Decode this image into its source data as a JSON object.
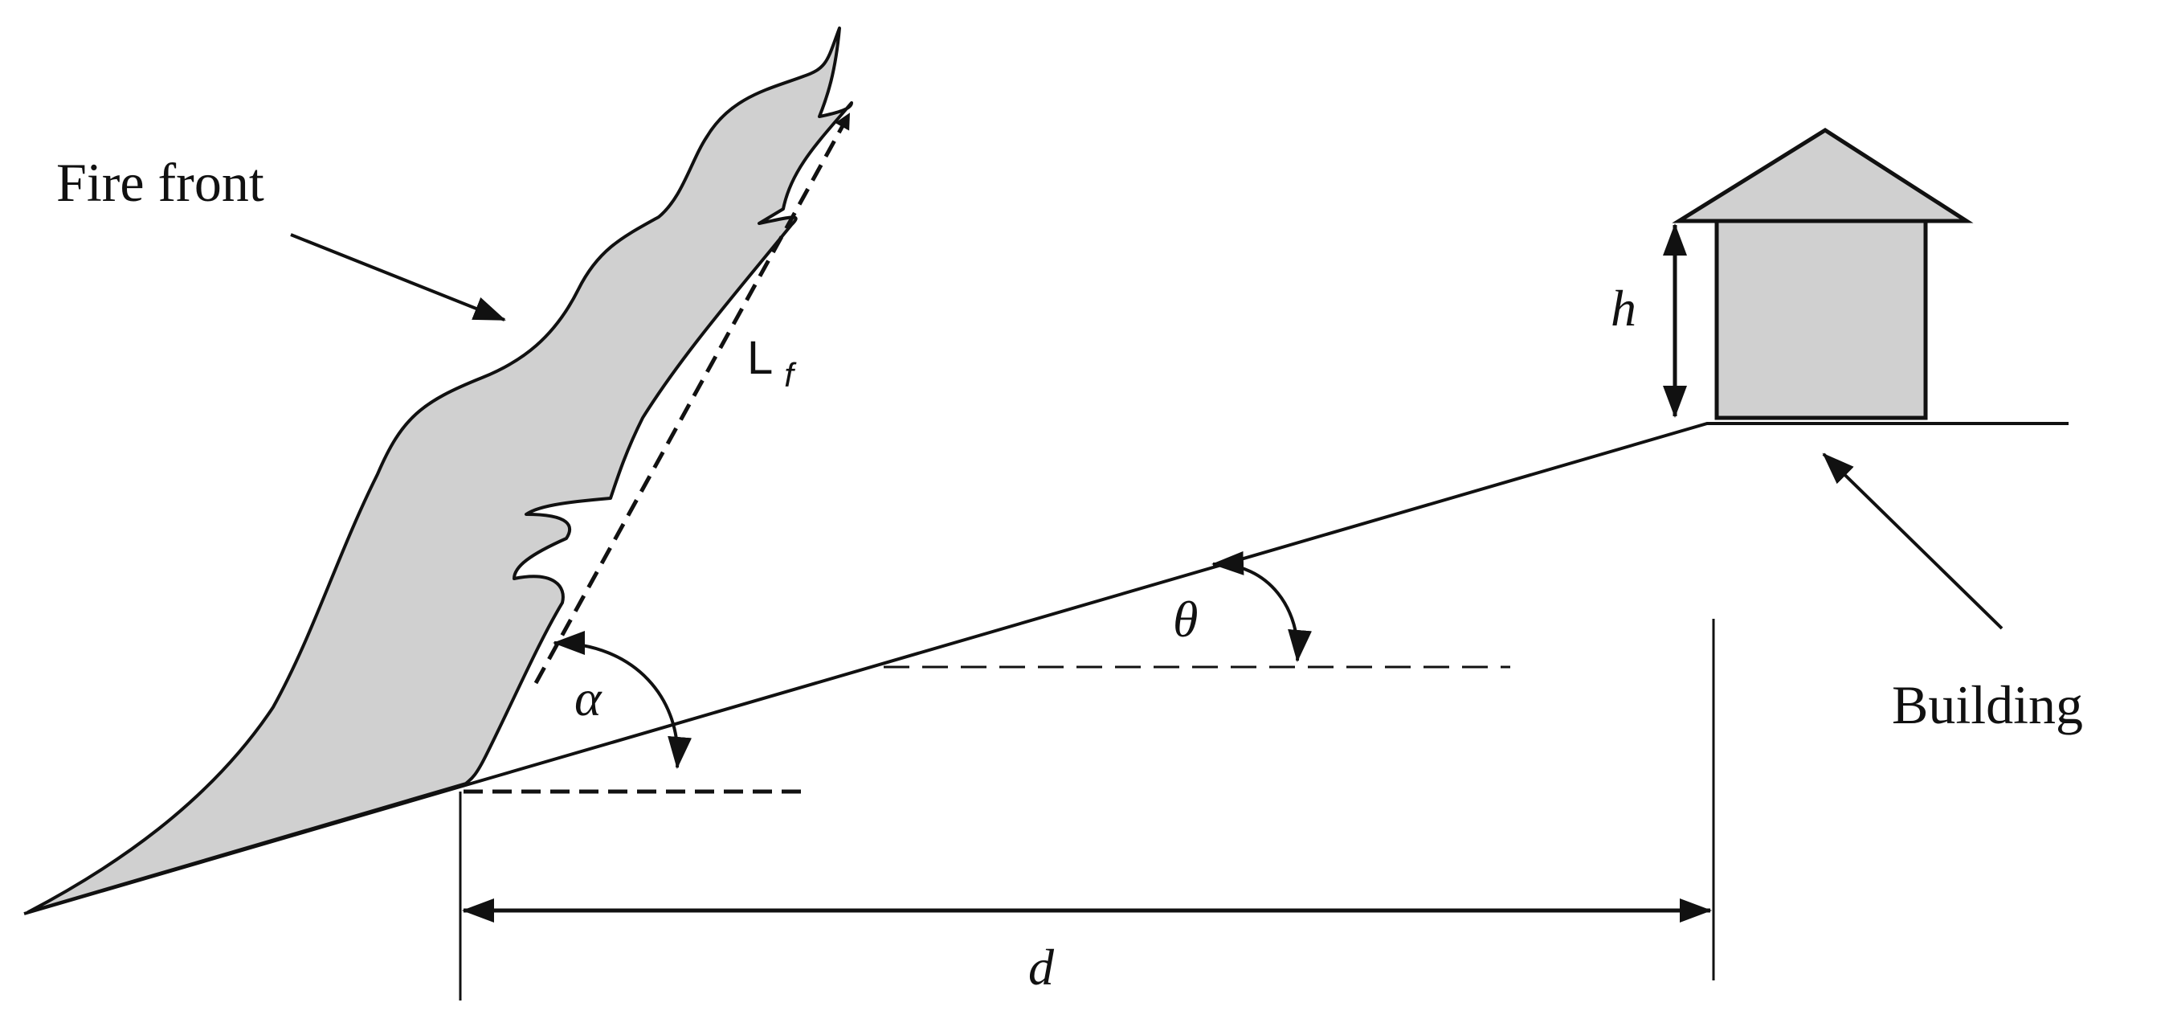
{
  "labels": {
    "fire_front": "Fire front",
    "building": "Building",
    "flame_length": "L",
    "flame_length_subscript": "f",
    "flame_angle": "α",
    "slope_angle": "θ",
    "distance": "d",
    "building_height": "h"
  },
  "colors": {
    "flame_fill": "#d0d0d0",
    "building_fill": "#d0d0d0",
    "line": "#111111"
  }
}
